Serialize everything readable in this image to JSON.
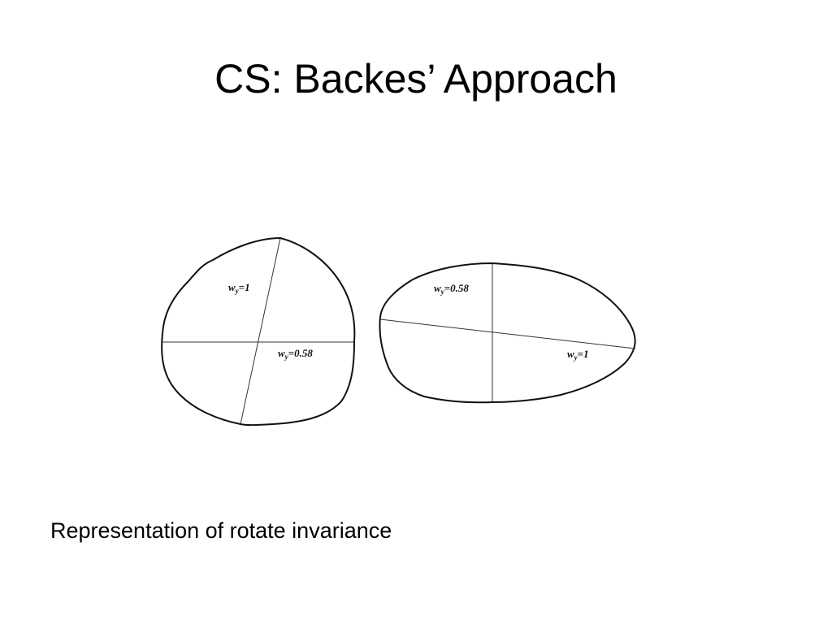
{
  "slide": {
    "title": "CS: Backes’ Approach",
    "caption": "Representation of rotate invariance"
  },
  "diagram": {
    "left_shape": {
      "major_axis_label": {
        "base": "w",
        "sub": "y",
        "value": "=1"
      },
      "minor_axis_label": {
        "base": "w",
        "sub": "y",
        "value": "=0.58"
      }
    },
    "right_shape": {
      "minor_axis_label": {
        "base": "w",
        "sub": "y",
        "value": "=0.58"
      },
      "major_axis_label": {
        "base": "w",
        "sub": "y",
        "value": "=1"
      }
    }
  }
}
